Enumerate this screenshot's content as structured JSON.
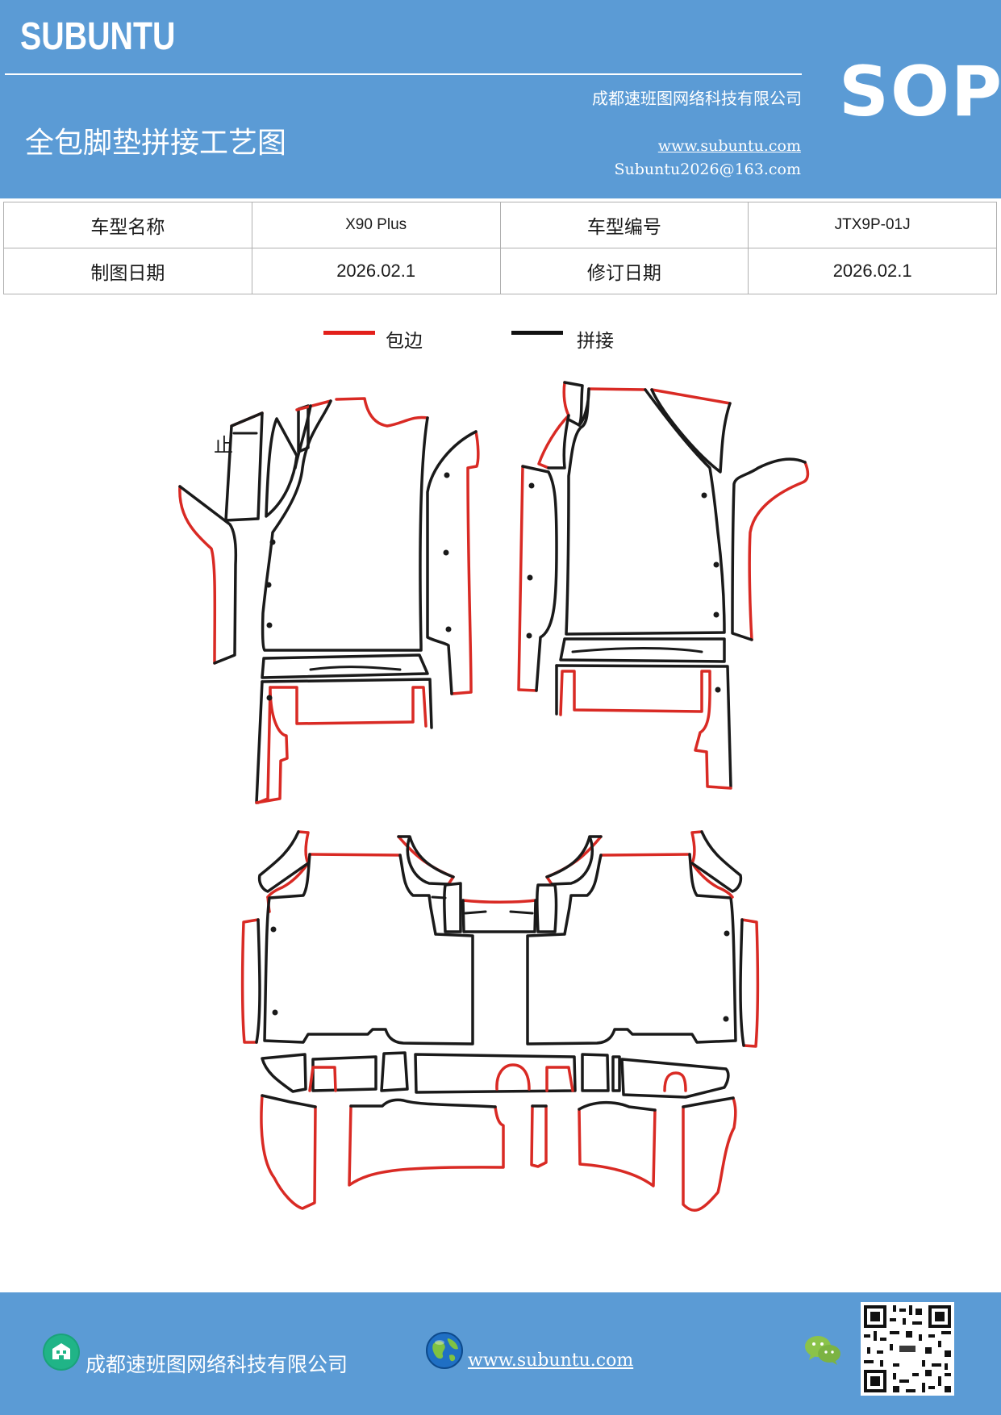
{
  "header": {
    "brand": "SUBUNTU",
    "company": "成都速班图网络科技有限公司",
    "title": "全包脚垫拼接工艺图",
    "website": "www.subuntu.com",
    "email": "Subuntu2026@163.com",
    "badge": "SOP"
  },
  "info_table": {
    "rows": [
      {
        "label1": "车型名称",
        "value1": "X90 Plus",
        "label2": "车型编号",
        "value2": "JTX9P-01J"
      },
      {
        "label1": "制图日期",
        "value1": "2026.02.1",
        "label2": "修订日期",
        "value2": "2026.02.1"
      }
    ]
  },
  "legend": {
    "items": [
      {
        "label": "包边",
        "color": "#e3201b"
      },
      {
        "label": "拼接",
        "color": "#111111"
      }
    ]
  },
  "diagram": {
    "mark": "止",
    "edge_color": "#d92a24",
    "seam_color": "#1a1a1a"
  },
  "footer": {
    "company": "成都速班图网络科技有限公司",
    "website": "www.subuntu.com ",
    "building_icon": "building-icon",
    "globe_icon": "globe-icon",
    "wechat_icon": "wechat-icon",
    "qr_icon": "qr-code"
  },
  "colors": {
    "header_bg": "#5b9bd5",
    "footer_bg": "#5b9bd5",
    "red": "#d92a24",
    "black": "#1a1a1a"
  }
}
